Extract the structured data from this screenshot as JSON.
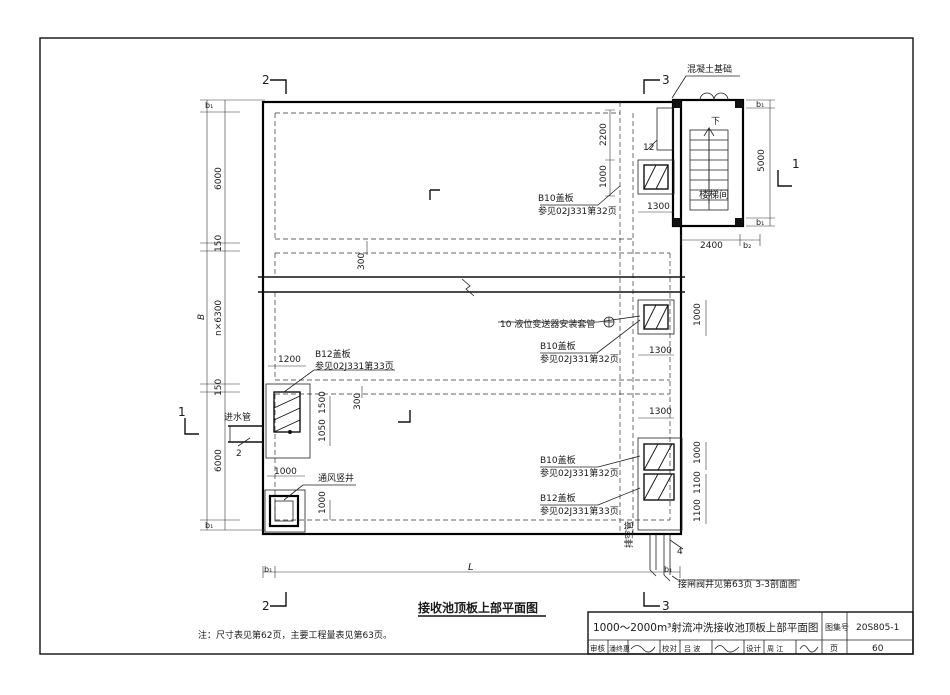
{
  "plan_title": "接收池顶板上部平面图",
  "note": "注：尺寸表见第62页，主要工程量表见第63页。",
  "labels": {
    "concrete_foundation": "混凝土基础",
    "down": "下",
    "stair_room": "楼梯间",
    "inlet_pipe": "进水管",
    "vent_shaft": "通风竖井",
    "drain_pipe": "排空管",
    "sensor_sleeve": "10 液位变送器安装套管",
    "valve_well_ref": "接闸阀井见第63页 3-3剖面图",
    "b10_cover": "B10盖板",
    "b10_ref": "参见02J331第32页",
    "b12_cover": "B12盖板",
    "b12_ref": "参见02J331第33页"
  },
  "markers": {
    "n12": "12",
    "n10": "10",
    "n4": "4",
    "n2": "2"
  },
  "sections": {
    "s2": "2",
    "s3": "3",
    "s1": "1"
  },
  "dimensions": {
    "d6000": "6000",
    "d150": "150",
    "d6300": "n×6300",
    "B": "B",
    "L": "L",
    "d2200": "2200",
    "d1000": "1000",
    "d1300": "1300",
    "d5000": "5000",
    "d2400": "2400",
    "d300": "300",
    "d1200": "1200",
    "d1500": "1500",
    "d1050": "1050",
    "d1100": "1100",
    "b1": "b₁",
    "b2": "b₂"
  },
  "title_block": {
    "drawing_title": "1000～2000m³射流冲洗接收池顶板上部平面图",
    "atlas_label": "图集号",
    "atlas_no": "20S805-1",
    "page_label": "页",
    "page_no": "60",
    "review_label": "审核",
    "reviewer": "潘终惠",
    "check_label": "校对",
    "checker": "吕 波",
    "design_label": "设计",
    "designer": "周 江"
  }
}
